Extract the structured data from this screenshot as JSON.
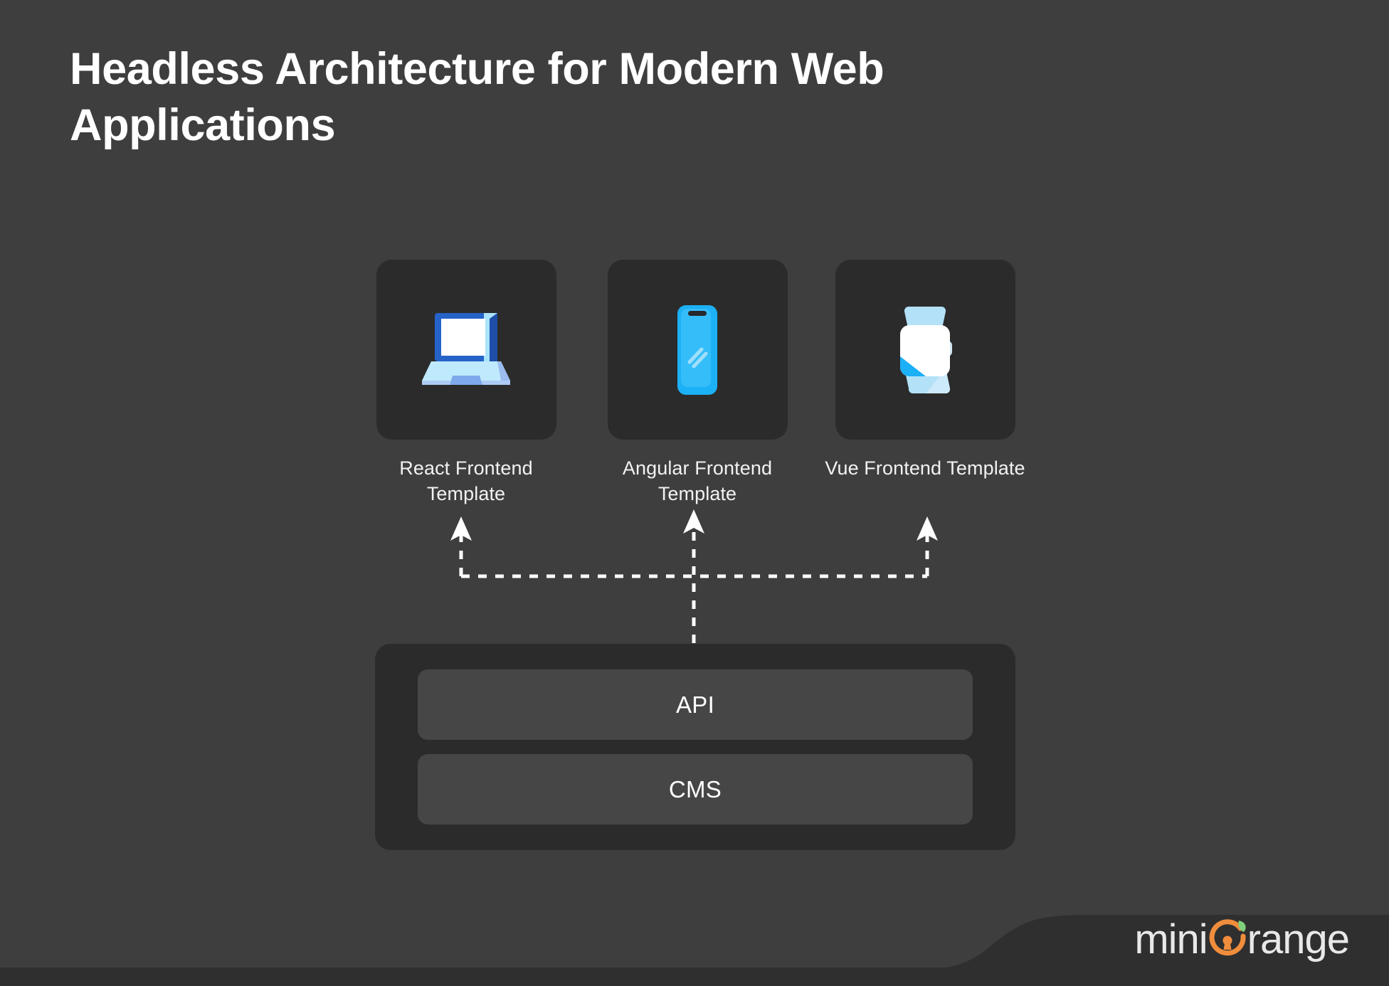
{
  "slide": {
    "title": "Headless Architecture for Modern Web Applications",
    "background_color": "#3e3e3e",
    "card_color": "#2b2b2b",
    "box_color": "#464646",
    "text_color": "#ffffff",
    "connector_color": "#ffffff"
  },
  "frontends": [
    {
      "label": "React Frontend Template",
      "icon": "laptop-icon",
      "icon_colors": {
        "frame": "#2563c9",
        "screen": "#ffffff",
        "side": "#a9e4fb",
        "base": "#bfeafd",
        "base_shadow": "#9cbcf0"
      }
    },
    {
      "label": "Angular Frontend Template",
      "icon": "smartphone-icon",
      "icon_colors": {
        "body": "#1cb0f6",
        "panel": "#35bdfa",
        "notch": "#26282c",
        "shine": "#9fdffb"
      }
    },
    {
      "label": "Vue Frontend Template",
      "icon": "smartwatch-icon",
      "icon_colors": {
        "strap": "#b3e1f7",
        "face": "#ffffff",
        "accent": "#1cb0f6",
        "crown": "#d2e6f5"
      }
    }
  ],
  "backend": {
    "boxes": [
      {
        "label": "API"
      },
      {
        "label": "CMS"
      }
    ]
  },
  "logo": {
    "text_left": "mini",
    "text_right": "range",
    "mark": "orange-lock-icon",
    "accent_color": "#f08d3c",
    "leaf_color": "#7ed07a",
    "text_color": "#e8e8e8"
  }
}
